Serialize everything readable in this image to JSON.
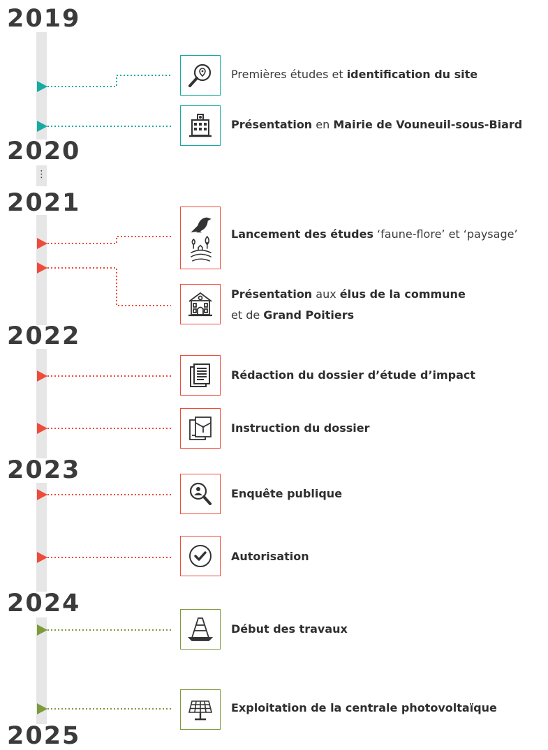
{
  "colors": {
    "teal": "#17aaa2",
    "red": "#ee4b3b",
    "green": "#7d9a3c",
    "bar": "#e6e6e6"
  },
  "years": [
    "2019",
    "2020",
    "2021",
    "2022",
    "2023",
    "2024",
    "2025"
  ],
  "gap_marker": "⋮",
  "events": [
    {
      "icon": "search-location-icon",
      "color": "teal",
      "parts": [
        {
          "t": "Premières études et ",
          "b": false
        },
        {
          "t": "identification du site",
          "b": true
        }
      ]
    },
    {
      "icon": "town-hall-icon",
      "color": "teal",
      "parts": [
        {
          "t": "Présentation",
          "b": true
        },
        {
          "t": " en ",
          "b": false
        },
        {
          "t": "Mairie de Vouneuil-sous-Biard",
          "b": true
        }
      ]
    },
    {
      "icon": "bird-landscape-icon",
      "color": "red",
      "parts": [
        {
          "t": "Lancement des études",
          "b": true
        },
        {
          "t": " ‘faune-flore’ et ‘paysage’",
          "b": false
        }
      ]
    },
    {
      "icon": "building-icon",
      "color": "red",
      "parts": [
        {
          "t": "Présentation",
          "b": true
        },
        {
          "t": " aux ",
          "b": false
        },
        {
          "t": "élus de la commune",
          "b": true
        }
      ],
      "parts2": [
        {
          "t": "et de ",
          "b": false
        },
        {
          "t": "Grand Poitiers",
          "b": true
        }
      ]
    },
    {
      "icon": "document-icon",
      "color": "red",
      "parts": [
        {
          "t": "Rédaction du dossier d’étude d’impact",
          "b": true
        }
      ]
    },
    {
      "icon": "envelope-folder-icon",
      "color": "red",
      "parts": [
        {
          "t": "Instruction du dossier",
          "b": true
        }
      ]
    },
    {
      "icon": "person-search-icon",
      "color": "red",
      "parts": [
        {
          "t": "Enquête publique",
          "b": true
        }
      ]
    },
    {
      "icon": "check-circle-icon",
      "color": "red",
      "parts": [
        {
          "t": "Autorisation",
          "b": true
        }
      ]
    },
    {
      "icon": "traffic-cone-icon",
      "color": "green",
      "parts": [
        {
          "t": "Début des travaux",
          "b": true
        }
      ]
    },
    {
      "icon": "solar-panel-icon",
      "color": "green",
      "parts": [
        {
          "t": "Exploitation de la centrale photovoltaïque",
          "b": true
        }
      ]
    }
  ]
}
